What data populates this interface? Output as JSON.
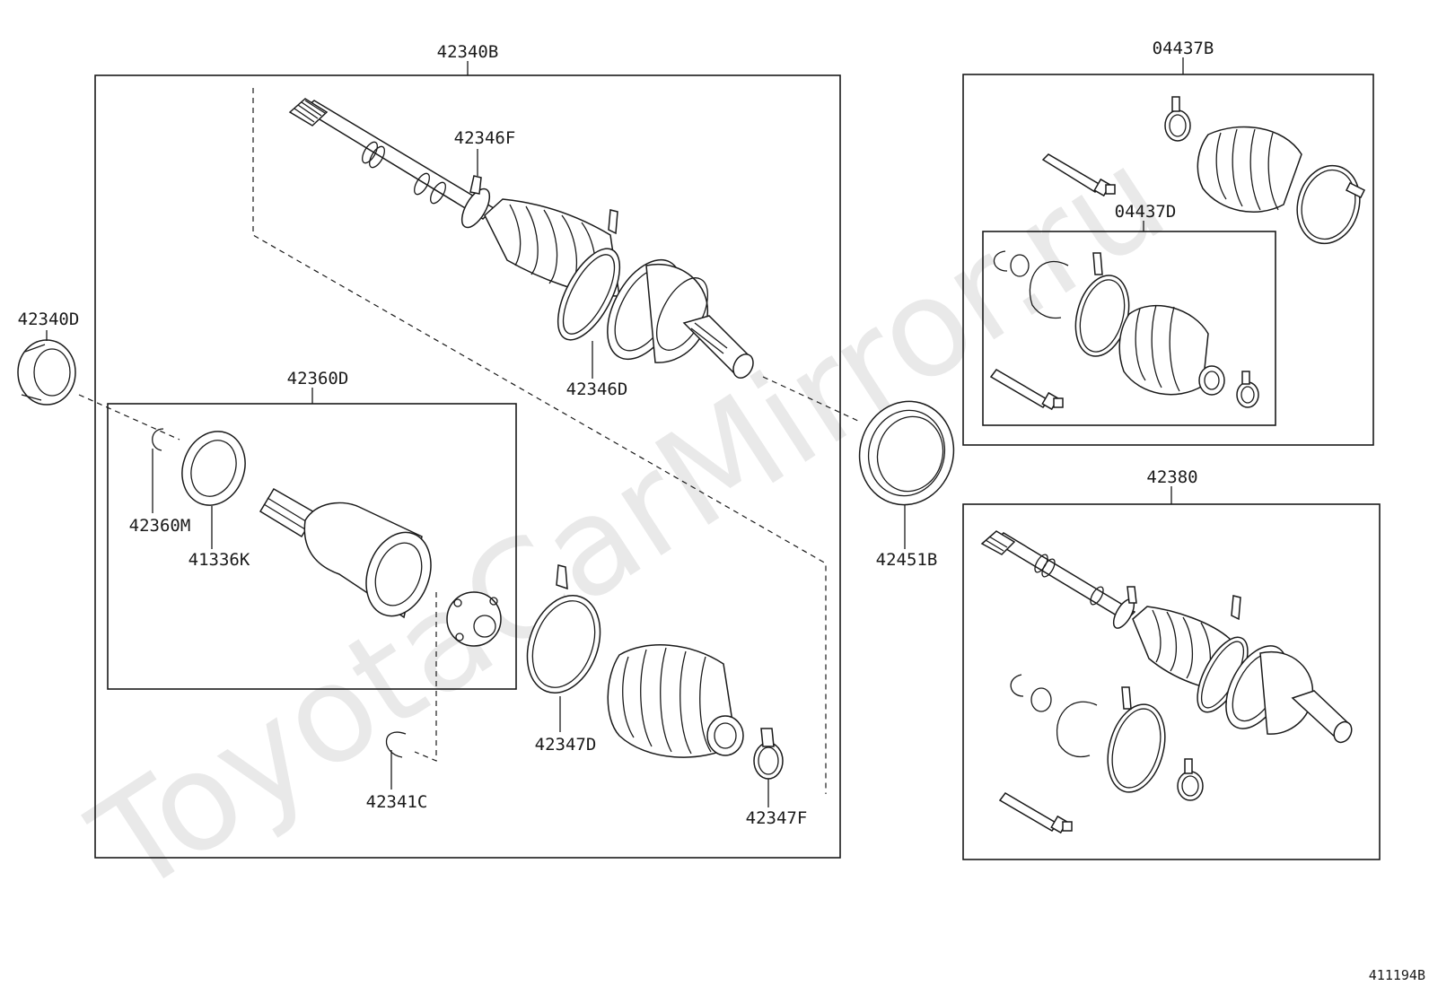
{
  "watermark": "ToyotaCarMirror.ru",
  "figure_number": "411194B",
  "frames": {
    "main_assembly": {
      "label": "42340B"
    },
    "inner_joint": {
      "label": "42360D"
    },
    "boot_kit_outer": {
      "label": "04437B"
    },
    "boot_kit_inner": {
      "label": "04437D"
    },
    "alt_assembly": {
      "label": "42380"
    }
  },
  "callouts": {
    "p42340D": "42340D",
    "p42346F": "42346F",
    "p42346D": "42346D",
    "p42360M": "42360M",
    "p41336K": "41336K",
    "p42347D": "42347D",
    "p42341C": "42341C",
    "p42347F": "42347F",
    "p42451B": "42451B"
  }
}
